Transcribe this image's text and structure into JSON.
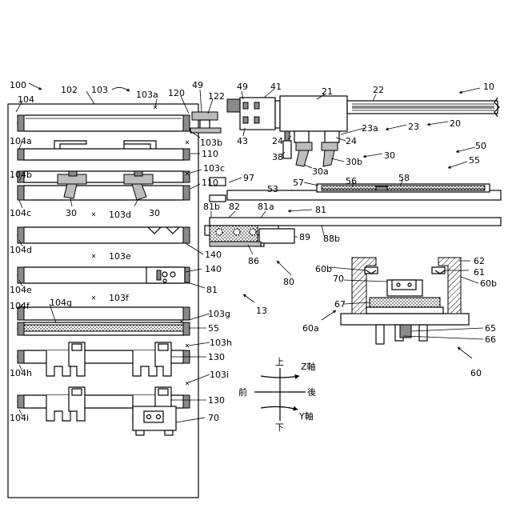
{
  "labels": {
    "l100": "100",
    "l104": "104",
    "l102": "102",
    "l103": "103",
    "l103a": "103a",
    "l120": "120",
    "l49a": "49",
    "l122": "122",
    "l49b": "49",
    "l41": "41",
    "l21": "21",
    "l22": "22",
    "l10": "10",
    "l104a": "104a",
    "l103b": "103b",
    "l43": "43",
    "l23a": "23a",
    "l23": "23",
    "l20": "20",
    "l24a": "24",
    "l24b": "24",
    "l38": "38",
    "l30top": "30",
    "l30a": "30a",
    "l30b": "30b",
    "l50": "50",
    "l55a": "55",
    "l110a": "110",
    "l104b": "104b",
    "l103c": "103c",
    "l110b": "110",
    "l97": "97",
    "l53": "53",
    "l57": "57",
    "l56": "56",
    "l58": "58",
    "l104c": "104c",
    "l30c": "30",
    "l103d": "103d",
    "l30d": "30",
    "l81b": "81b",
    "l82": "82",
    "l81a": "81a",
    "l81top": "81",
    "l89": "89",
    "l88b": "88b",
    "l86": "86",
    "l104d": "104d",
    "l140a": "140",
    "l103e": "103e",
    "l140b": "140",
    "l80": "80",
    "l60b1": "60b",
    "l62": "62",
    "l61": "61",
    "l70a": "70",
    "l60b2": "60b",
    "l81mid": "81",
    "l104e": "104e",
    "l103f": "103f",
    "l104f": "104f",
    "l104g": "104g",
    "l13": "13",
    "l67": "67",
    "l60a": "60a",
    "l103g": "103g",
    "l55b": "55",
    "l65": "65",
    "l66": "66",
    "l103h": "103h",
    "l104h": "104h",
    "l130a": "130",
    "l60": "60",
    "l103i": "103i",
    "l130b": "130",
    "l104i": "104i",
    "l70b": "70"
  },
  "axes": {
    "up": "上",
    "down": "下",
    "front": "前",
    "back": "後",
    "z_axis": "Z軸",
    "y_axis": "Y軸"
  }
}
